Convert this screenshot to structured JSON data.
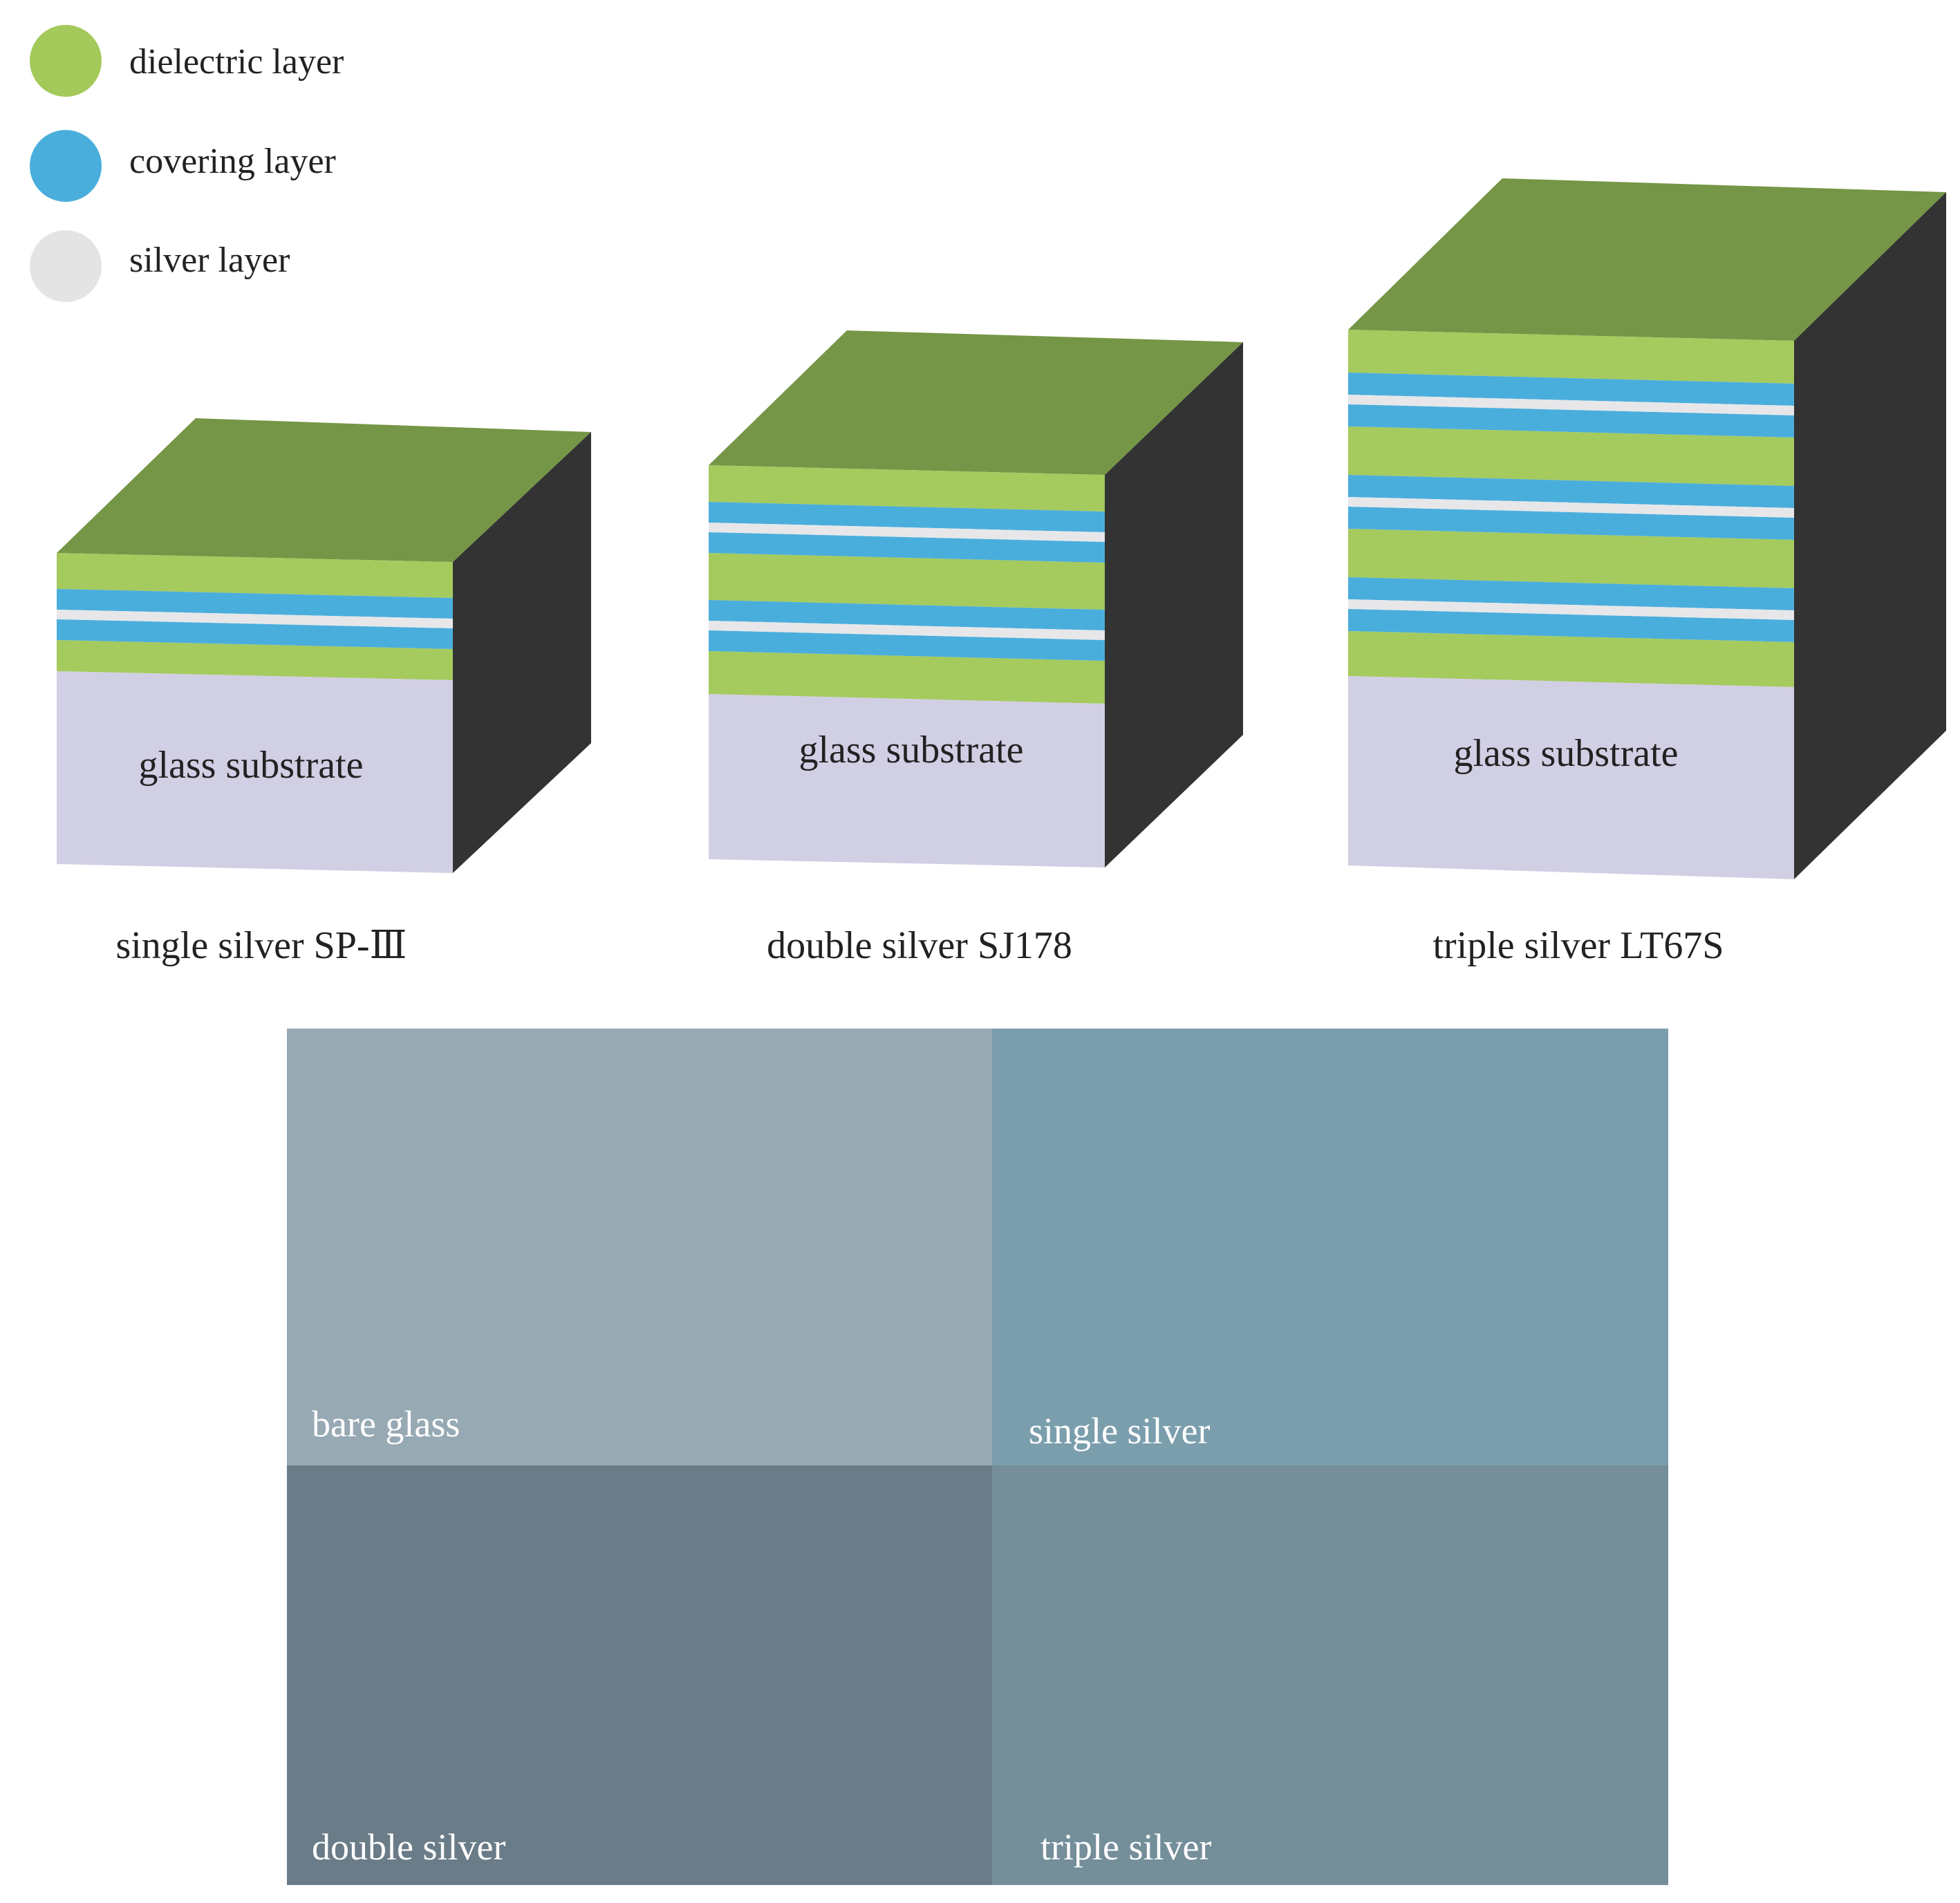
{
  "legend": {
    "items": [
      {
        "label": "dielectric layer",
        "color": "#a3c95a"
      },
      {
        "label": "covering layer",
        "color": "#4aaedc"
      },
      {
        "label": "silver layer",
        "color": "#e4e4e4"
      }
    ]
  },
  "colors": {
    "dielectric": "#a5ca5e",
    "dielectric_top": "#759646",
    "covering": "#4aaedc",
    "silver": "#e7e7ea",
    "glass": "#d1cfe4",
    "side": "#333333"
  },
  "stacks": [
    {
      "substrate_label": "glass substrate",
      "caption": "single silver SP-Ⅲ",
      "silver_units": 1
    },
    {
      "substrate_label": "glass substrate",
      "caption": "double silver SJ178",
      "silver_units": 2
    },
    {
      "substrate_label": "glass substrate",
      "caption": "triple silver LT67S",
      "silver_units": 3
    }
  ],
  "photo": {
    "panels": [
      {
        "label": "bare glass",
        "color": "#97a9b3"
      },
      {
        "label": "single silver",
        "color": "#7b9ead"
      },
      {
        "label": "double silver",
        "color": "#6a7c88"
      },
      {
        "label": "triple silver",
        "color": "#748e9a"
      }
    ]
  }
}
